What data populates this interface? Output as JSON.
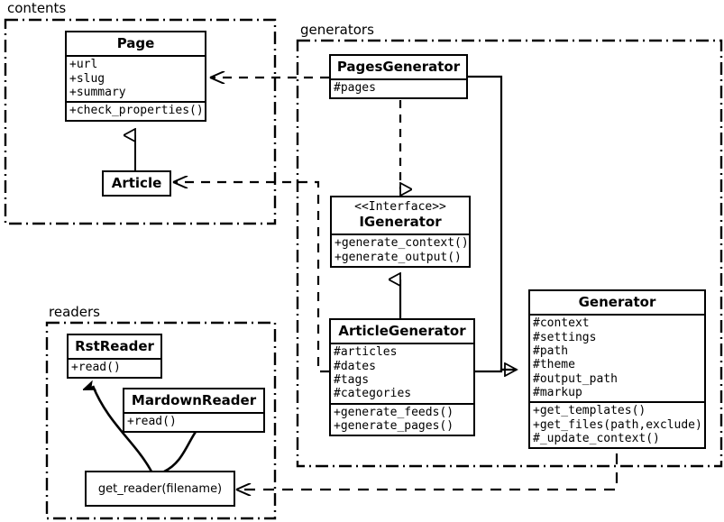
{
  "diagram": {
    "type": "uml-class-diagram",
    "packages": [
      {
        "id": "contents",
        "label": "contents"
      },
      {
        "id": "generators",
        "label": "generators"
      },
      {
        "id": "readers",
        "label": "readers"
      }
    ],
    "classes": [
      {
        "id": "page",
        "name": "Page",
        "stereotype": "",
        "package": "contents",
        "attributes": [
          "+url",
          "+slug",
          "+summary"
        ],
        "methods": [
          "+check_properties()"
        ]
      },
      {
        "id": "article",
        "name": "Article",
        "stereotype": "",
        "package": "contents",
        "attributes": [],
        "methods": []
      },
      {
        "id": "pages_generator",
        "name": "PagesGenerator",
        "stereotype": "",
        "package": "generators",
        "attributes": [
          "#pages"
        ],
        "methods": []
      },
      {
        "id": "igenerator",
        "name": "IGenerator",
        "stereotype": "<<Interface>>",
        "package": "generators",
        "attributes": [],
        "methods": [
          "+generate_context()",
          "+generate_output()"
        ]
      },
      {
        "id": "article_generator",
        "name": "ArticleGenerator",
        "stereotype": "",
        "package": "generators",
        "attributes": [
          "#articles",
          "#dates",
          "#tags",
          "#categories"
        ],
        "methods": [
          "+generate_feeds()",
          "+generate_pages()"
        ]
      },
      {
        "id": "generator",
        "name": "Generator",
        "stereotype": "",
        "package": "generators",
        "attributes": [
          "#context",
          "#settings",
          "#path",
          "#theme",
          "#output_path",
          "#markup"
        ],
        "methods": [
          "+get_templates()",
          "+get_files(path,exclude)",
          "#_update_context()"
        ]
      },
      {
        "id": "rst_reader",
        "name": "RstReader",
        "stereotype": "",
        "package": "readers",
        "attributes": [],
        "methods": [
          "+read()"
        ]
      },
      {
        "id": "mardown_reader",
        "name": "MardownReader",
        "stereotype": "",
        "package": "readers",
        "attributes": [],
        "methods": [
          "+read()"
        ]
      }
    ],
    "functions": [
      {
        "id": "get_reader",
        "label": "get_reader(filename)",
        "package": "readers"
      }
    ],
    "relations": [
      {
        "from": "article",
        "to": "page",
        "kind": "generalization",
        "style": "solid",
        "arrow": "hollow-triangle"
      },
      {
        "from": "pages_generator",
        "to": "igenerator",
        "kind": "realization",
        "style": "dashed",
        "arrow": "hollow-triangle"
      },
      {
        "from": "article_generator",
        "to": "igenerator",
        "kind": "realization",
        "style": "solid",
        "arrow": "hollow-triangle"
      },
      {
        "from": "pages_generator",
        "to": "generator",
        "kind": "generalization",
        "style": "solid",
        "arrow": "hollow-triangle"
      },
      {
        "from": "article_generator",
        "to": "generator",
        "kind": "generalization",
        "style": "solid",
        "arrow": "hollow-triangle"
      },
      {
        "from": "pages_generator",
        "to": "page",
        "kind": "dependency",
        "style": "dashed",
        "arrow": "open"
      },
      {
        "from": "article_generator",
        "to": "article",
        "kind": "dependency",
        "style": "dashed",
        "arrow": "open"
      },
      {
        "from": "generator",
        "to": "get_reader",
        "kind": "dependency",
        "style": "dashed",
        "arrow": "open"
      },
      {
        "from": "get_reader",
        "to": "rst_reader",
        "kind": "association",
        "style": "curved-solid",
        "arrow": "filled"
      },
      {
        "from": "get_reader",
        "to": "mardown_reader",
        "kind": "association",
        "style": "curved-solid",
        "arrow": "filled"
      }
    ],
    "colors": {
      "stroke": "#000000",
      "background": "#ffffff"
    }
  }
}
